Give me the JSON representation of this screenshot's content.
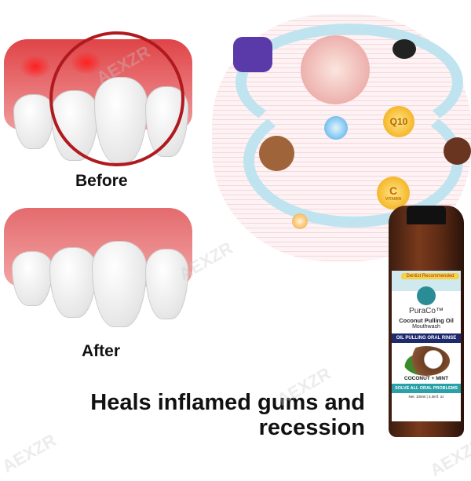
{
  "before_label": "Before",
  "after_label": "After",
  "headline": {
    "line1": "Heals inflamed gums and",
    "line2": "recession"
  },
  "watermark": "AEXZR",
  "ingredients": {
    "q10": "Q10",
    "vitamin_c": "C",
    "vitamin_c_sub": "VITAMIN"
  },
  "product": {
    "badge": "Dentist Recommended",
    "brand": "PuraCo™",
    "name": "Coconut Pulling Oil",
    "type": "Mouthwash",
    "band": "OIL PULLING ORAL RINSE",
    "flavor": "COCONUT + MINT",
    "claim": "SOLVE ALL ORAL PROBLEMS",
    "volume": "Net: 100ml | 3.38 fl. oz"
  },
  "colors": {
    "gum": "#e46b6e",
    "circle": "#b01a1f",
    "label_band": "#1f2a6e",
    "teal": "#2aa0a8"
  }
}
